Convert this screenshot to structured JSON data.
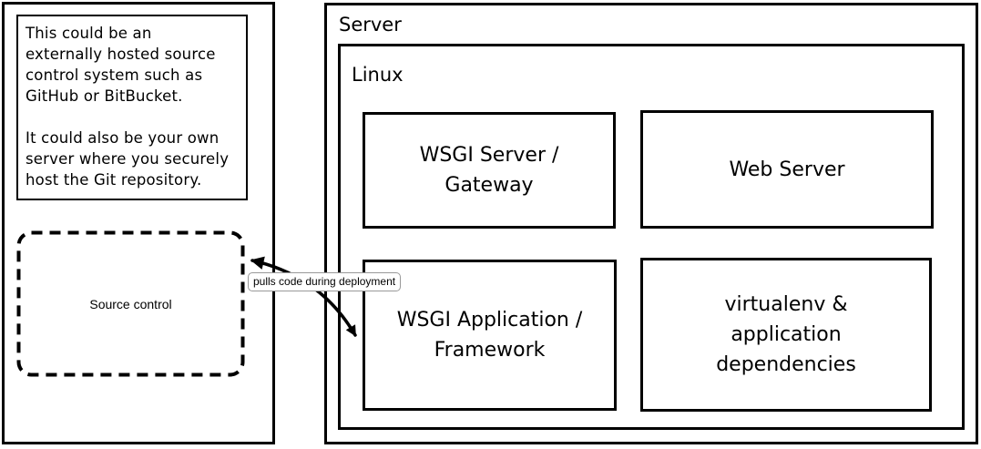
{
  "diagram": {
    "note": {
      "text1": "This could be an\nexternally hosted source\ncontrol system such as\nGitHub or BitBucket.",
      "text2": "It could also be your own\nserver where you securely\nhost the Git repository."
    },
    "source_control": {
      "label": "Source control"
    },
    "server": {
      "label": "Server",
      "linux": {
        "label": "Linux",
        "boxes": [
          {
            "id": "wsgi-server",
            "label": "WSGI Server /\nGateway"
          },
          {
            "id": "web-server",
            "label": "Web Server"
          },
          {
            "id": "wsgi-application",
            "label": "WSGI Application /\nFramework"
          },
          {
            "id": "virtualenv",
            "label": "virtualenv &\napplication\ndependencies"
          }
        ]
      }
    },
    "connector": {
      "label": "pulls code during deployment"
    },
    "colors": {
      "stroke": "#000000",
      "background": "#ffffff",
      "label_border": "#999999"
    }
  }
}
